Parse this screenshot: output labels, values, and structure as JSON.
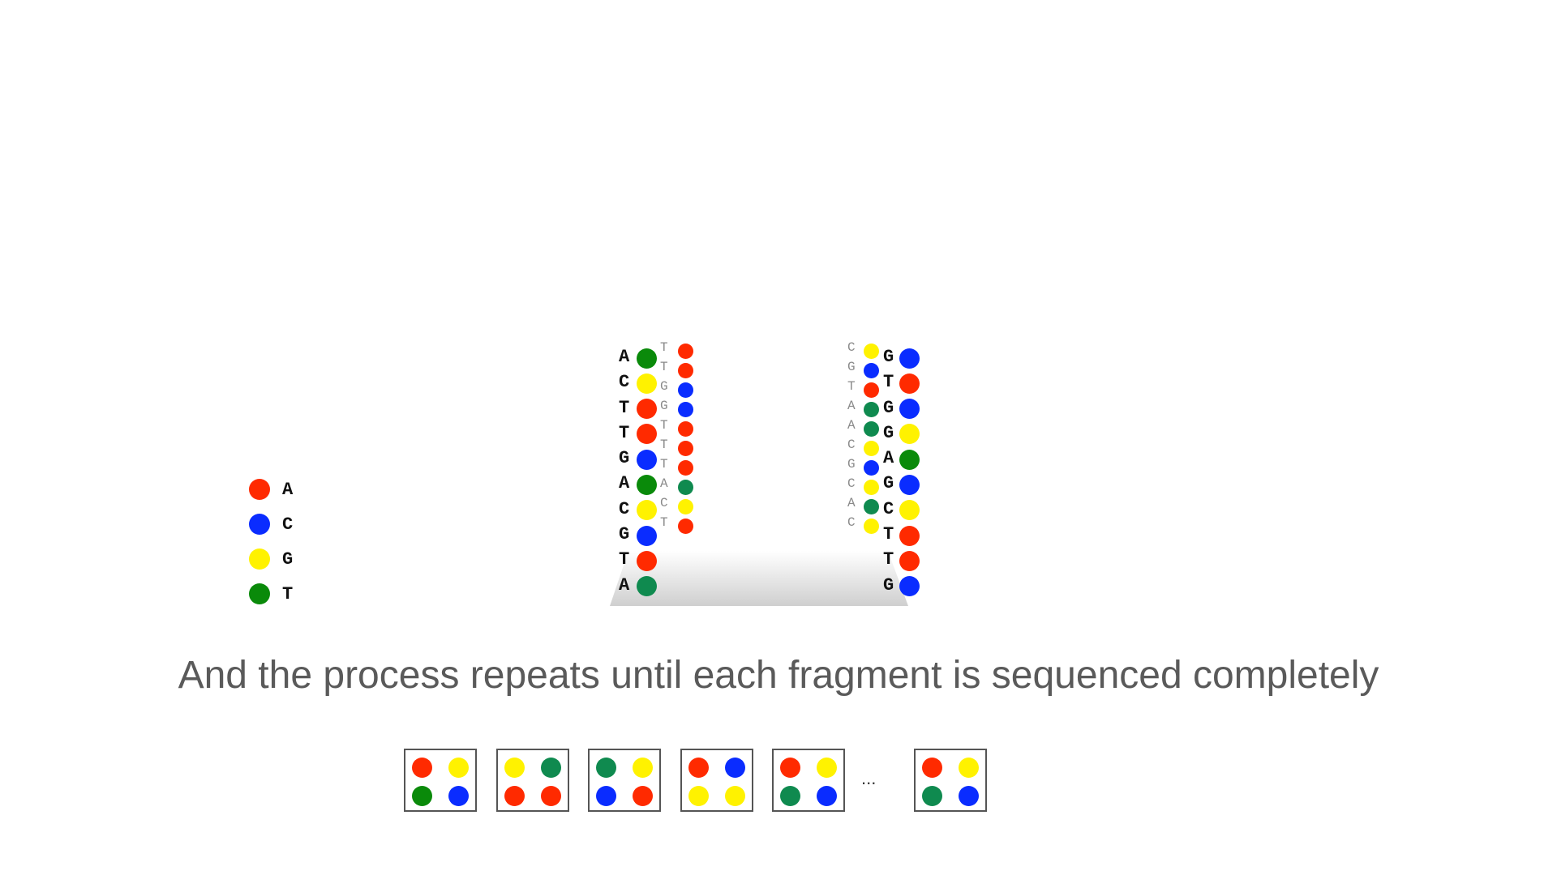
{
  "colors": {
    "A": "#ff2a00",
    "C": "#0a2cff",
    "G": "#fff200",
    "T": "#0a8a0a",
    "T_alt": "#0f8a4f"
  },
  "legend": [
    {
      "base": "A",
      "color": "#ff2a00"
    },
    {
      "base": "C",
      "color": "#0a2cff"
    },
    {
      "base": "G",
      "color": "#fff200"
    },
    {
      "base": "T",
      "color": "#0a8a0a"
    }
  ],
  "left_strand": {
    "template_labels": [
      "A",
      "C",
      "T",
      "T",
      "G",
      "A",
      "C",
      "G",
      "T",
      "A"
    ],
    "template_colors": [
      "#0a8a0a",
      "#fff200",
      "#ff2a00",
      "#ff2a00",
      "#0a2cff",
      "#0a8a0a",
      "#fff200",
      "#0a2cff",
      "#ff2a00",
      "#0f8a4f"
    ],
    "read_labels": [
      "T",
      "T",
      "G",
      "G",
      "T",
      "T",
      "T",
      "A",
      "C",
      "T"
    ],
    "read_colors": [
      "#ff2a00",
      "#ff2a00",
      "#0a2cff",
      "#0a2cff",
      "#ff2a00",
      "#ff2a00",
      "#ff2a00",
      "#0f8a4f",
      "#fff200",
      "#ff2a00"
    ]
  },
  "right_strand": {
    "read_labels": [
      "C",
      "G",
      "T",
      "A",
      "A",
      "C",
      "G",
      "C",
      "A",
      "C"
    ],
    "read_colors": [
      "#fff200",
      "#0a2cff",
      "#ff2a00",
      "#0f8a4f",
      "#0f8a4f",
      "#fff200",
      "#0a2cff",
      "#fff200",
      "#0f8a4f",
      "#fff200"
    ],
    "template_labels": [
      "G",
      "T",
      "G",
      "G",
      "A",
      "G",
      "C",
      "T",
      "T",
      "G"
    ],
    "template_colors": [
      "#0a2cff",
      "#ff2a00",
      "#0a2cff",
      "#fff200",
      "#0a8a0a",
      "#0a2cff",
      "#fff200",
      "#ff2a00",
      "#ff2a00",
      "#0a2cff"
    ]
  },
  "caption": "And the process repeats until each fragment is sequenced completely",
  "cycles": [
    [
      "#ff2a00",
      "#fff200",
      "#0a8a0a",
      "#0a2cff"
    ],
    [
      "#fff200",
      "#0f8a4f",
      "#ff2a00",
      "#ff2a00"
    ],
    [
      "#0f8a4f",
      "#fff200",
      "#0a2cff",
      "#ff2a00"
    ],
    [
      "#ff2a00",
      "#0a2cff",
      "#fff200",
      "#fff200"
    ],
    [
      "#ff2a00",
      "#fff200",
      "#0f8a4f",
      "#0a2cff"
    ]
  ],
  "ellipsis": "...",
  "last_cycle": [
    "#ff2a00",
    "#fff200",
    "#0f8a4f",
    "#0a2cff"
  ]
}
